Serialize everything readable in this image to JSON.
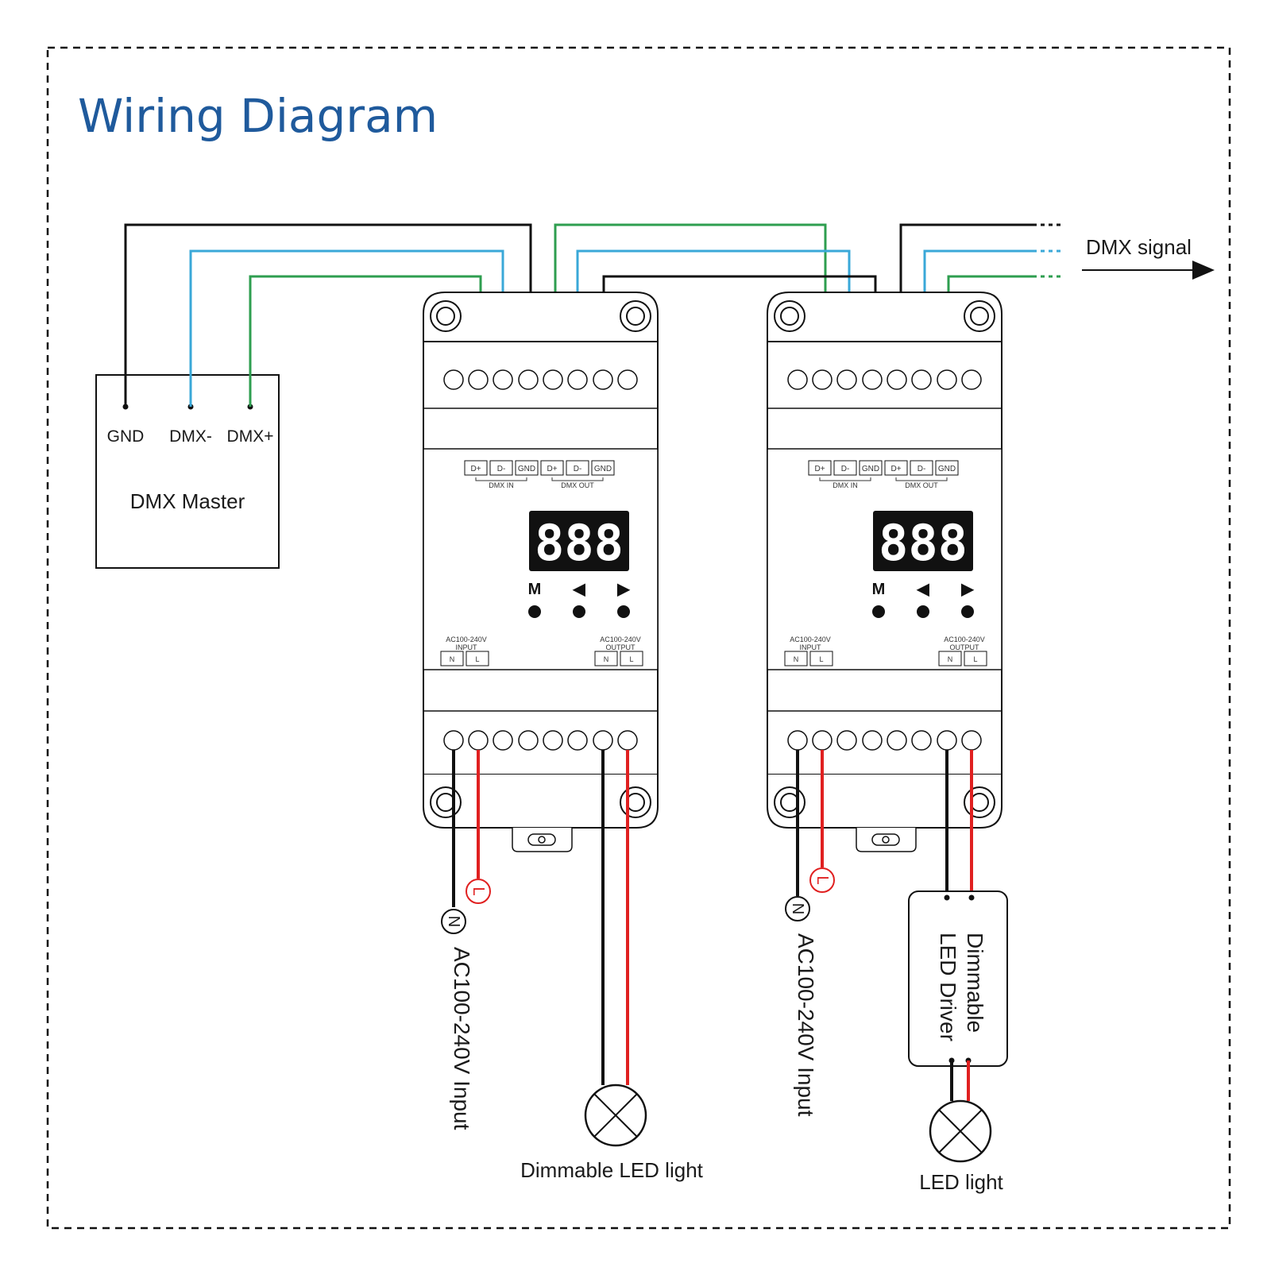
{
  "title": "Wiring Diagram",
  "master": {
    "name": "DMX Master",
    "terminals": [
      "GND",
      "DMX-",
      "DMX+"
    ]
  },
  "devices": [
    {
      "panel_in_terms": [
        "D+",
        "D-",
        "GND"
      ],
      "panel_out_terms": [
        "D+",
        "D-",
        "GND"
      ],
      "dmx_in_label": "DMX IN",
      "dmx_out_label": "DMX OUT",
      "display": "888",
      "buttons": [
        "M",
        "◀",
        "▶"
      ],
      "input_label": "AC100-240V",
      "input_sub": "INPUT",
      "output_label": "AC100-240V",
      "output_sub": "OUTPUT",
      "nl": [
        "N",
        "L"
      ]
    },
    {
      "panel_in_terms": [
        "D+",
        "D-",
        "GND"
      ],
      "panel_out_terms": [
        "D+",
        "D-",
        "GND"
      ],
      "dmx_in_label": "DMX IN",
      "dmx_out_label": "DMX OUT",
      "display": "888",
      "buttons": [
        "M",
        "◀",
        "▶"
      ],
      "input_label": "AC100-240V",
      "input_sub": "INPUT",
      "output_label": "AC100-240V",
      "output_sub": "OUTPUT",
      "nl": [
        "N",
        "L"
      ]
    }
  ],
  "labels": {
    "dmx_signal": "DMX signal",
    "ac_input_1": "AC100-240V Input",
    "ac_input_2": "AC100-240V Input",
    "dimmable_led_light": "Dimmable  LED light",
    "driver_line1": "Dimmable",
    "driver_line2": "LED Driver",
    "led_light": "LED light",
    "n_marker": "N",
    "l_marker": "L"
  },
  "colors": {
    "title": "#1f5a9c",
    "gnd_wire": "#111111",
    "dmx_minus_wire": "#3aa8d8",
    "dmx_plus_wire": "#2e9e4f",
    "live_wire": "#e02020",
    "neutral_wire": "#111111"
  }
}
